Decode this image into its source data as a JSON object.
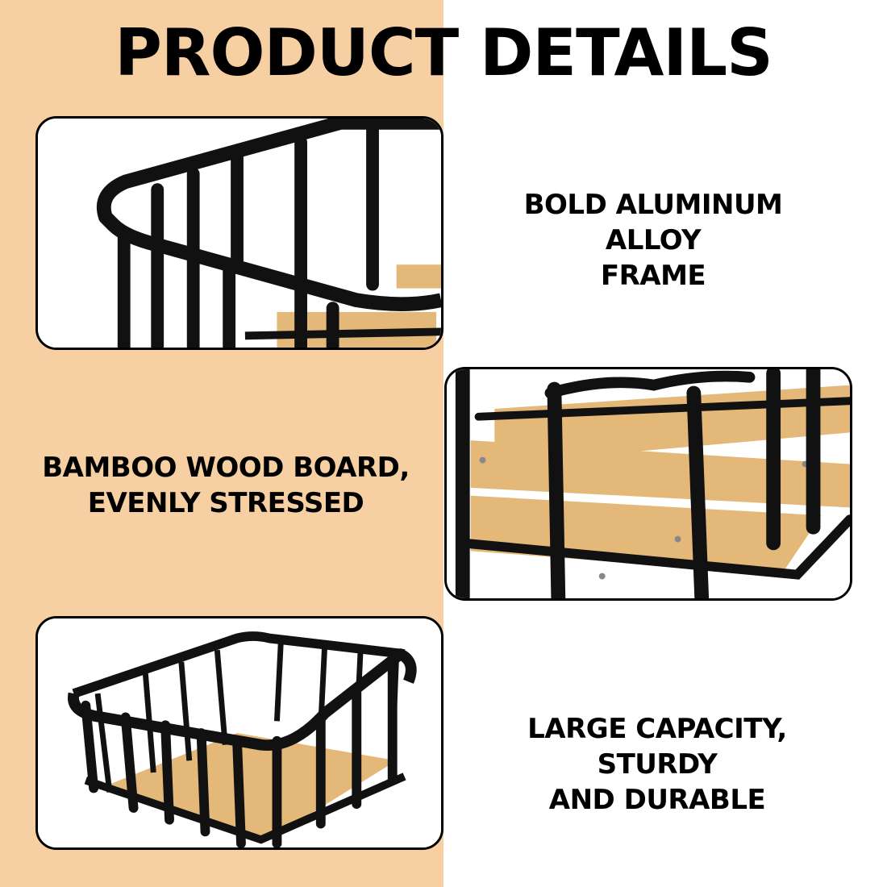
{
  "header": {
    "title": "PRODUCT DETAILS"
  },
  "features": [
    {
      "caption_lines": [
        "BOLD ALUMINUM ALLOY",
        "FRAME"
      ]
    },
    {
      "caption_lines": [
        "BAMBOO WOOD BOARD,",
        "EVENLY STRESSED"
      ]
    },
    {
      "caption_lines": [
        "LARGE CAPACITY, STURDY",
        "AND DURABLE"
      ]
    }
  ],
  "colors": {
    "left_background": "#f6cfa3",
    "right_background": "#ffffff",
    "frame": "#111111",
    "bamboo": "#e3b878"
  }
}
